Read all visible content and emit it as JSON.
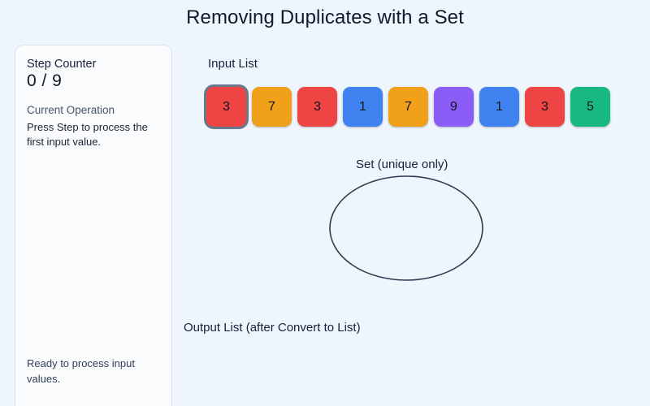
{
  "page": {
    "title": "Removing Duplicates with a Set",
    "background_color": "#eef5fc"
  },
  "sidebar": {
    "step_counter_label": "Step Counter",
    "step_counter_value": "0 / 9",
    "current_step": 0,
    "total_steps": 9,
    "current_operation_label": "Current Operation",
    "current_operation_text": "Press Step to process the first input value.",
    "status_text": "Ready to process input values."
  },
  "main": {
    "input_label": "Input List",
    "set_label": "Set (unique only)",
    "output_label": "Output List (after Convert to List)",
    "input_list": [
      {
        "value": "3",
        "color": "#ef4444",
        "active": true
      },
      {
        "value": "7",
        "color": "#f0a019",
        "active": false
      },
      {
        "value": "3",
        "color": "#ef4444",
        "active": false
      },
      {
        "value": "1",
        "color": "#3f82f0",
        "active": false
      },
      {
        "value": "7",
        "color": "#f0a019",
        "active": false
      },
      {
        "value": "9",
        "color": "#8b5cf6",
        "active": false
      },
      {
        "value": "1",
        "color": "#3f82f0",
        "active": false
      },
      {
        "value": "3",
        "color": "#ef4444",
        "active": false
      },
      {
        "value": "5",
        "color": "#17b881",
        "active": false
      }
    ],
    "set_contents": [],
    "output_list": [],
    "ellipse_stroke": "#2f3d52"
  }
}
